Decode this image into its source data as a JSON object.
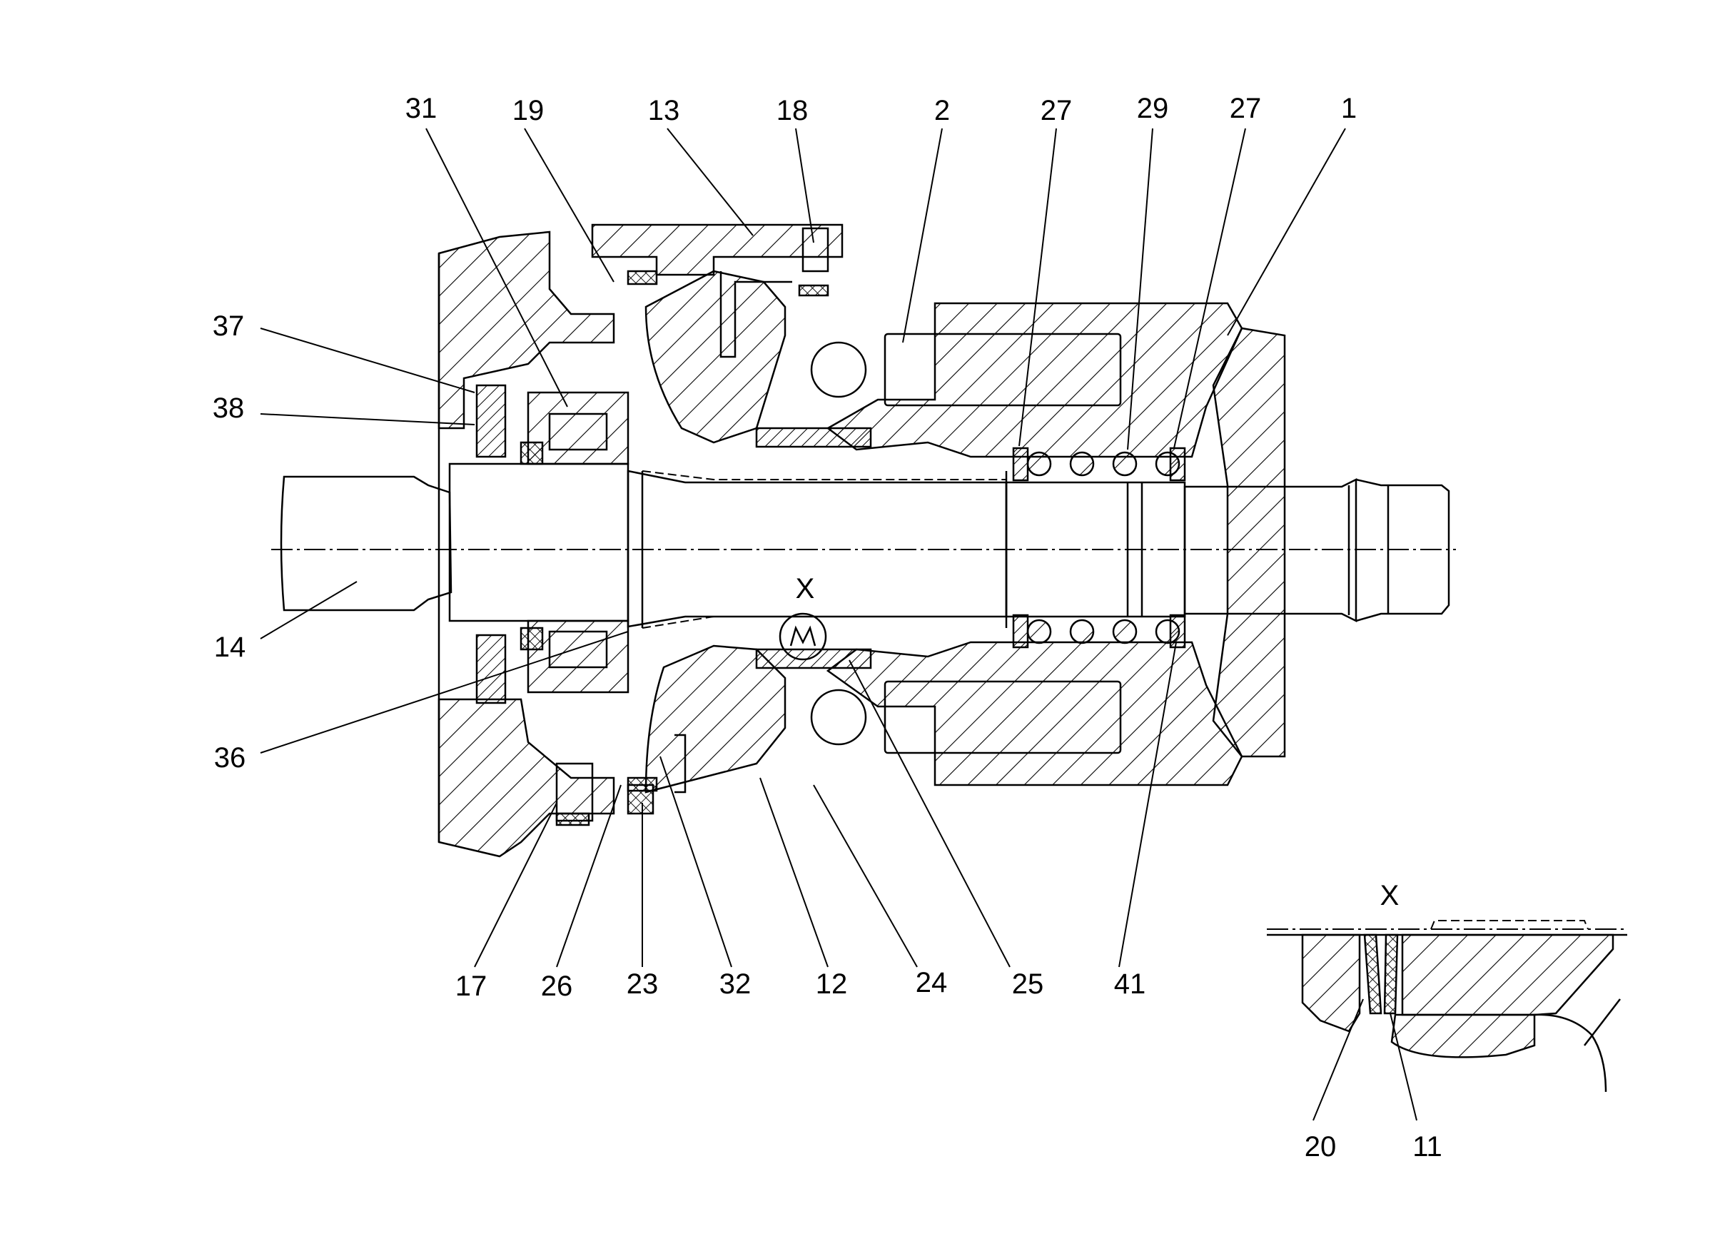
{
  "drawing": {
    "type": "mechanical cross-section",
    "detail_title": "X",
    "detail_marker": "X"
  },
  "labels": [
    {
      "id": "31",
      "text": "31"
    },
    {
      "id": "19",
      "text": "19"
    },
    {
      "id": "13",
      "text": "13"
    },
    {
      "id": "18",
      "text": "18"
    },
    {
      "id": "2",
      "text": "2"
    },
    {
      "id": "27a",
      "text": "27"
    },
    {
      "id": "29",
      "text": "29"
    },
    {
      "id": "27b",
      "text": "27"
    },
    {
      "id": "1",
      "text": "1"
    },
    {
      "id": "37",
      "text": "37"
    },
    {
      "id": "38",
      "text": "38"
    },
    {
      "id": "14",
      "text": "14"
    },
    {
      "id": "36",
      "text": "36"
    },
    {
      "id": "17",
      "text": "17"
    },
    {
      "id": "26",
      "text": "26"
    },
    {
      "id": "23",
      "text": "23"
    },
    {
      "id": "32",
      "text": "32"
    },
    {
      "id": "12",
      "text": "12"
    },
    {
      "id": "24",
      "text": "24"
    },
    {
      "id": "25",
      "text": "25"
    },
    {
      "id": "41",
      "text": "41"
    },
    {
      "id": "20",
      "text": "20"
    },
    {
      "id": "11",
      "text": "11"
    }
  ]
}
